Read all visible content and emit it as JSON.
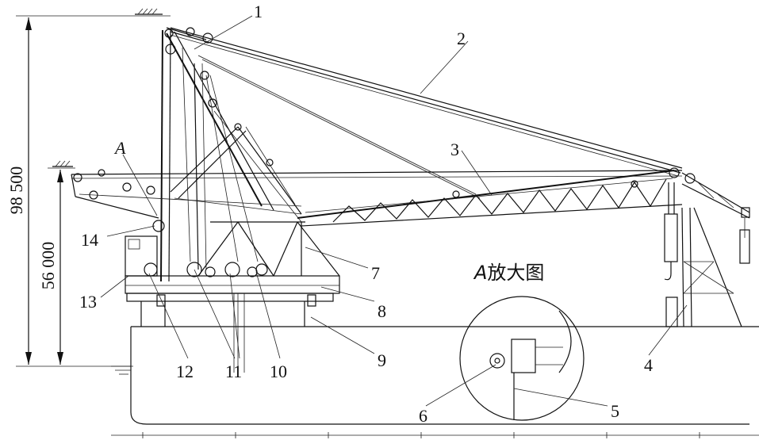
{
  "dimensions": {
    "total_height": "98 500",
    "lower_height": "56 000"
  },
  "point_label": "A",
  "detail_title": {
    "letter": "A",
    "text": "放大图"
  },
  "callouts": [
    "1",
    "2",
    "3",
    "4",
    "5",
    "6",
    "7",
    "8",
    "9",
    "10",
    "11",
    "12",
    "13",
    "14"
  ]
}
